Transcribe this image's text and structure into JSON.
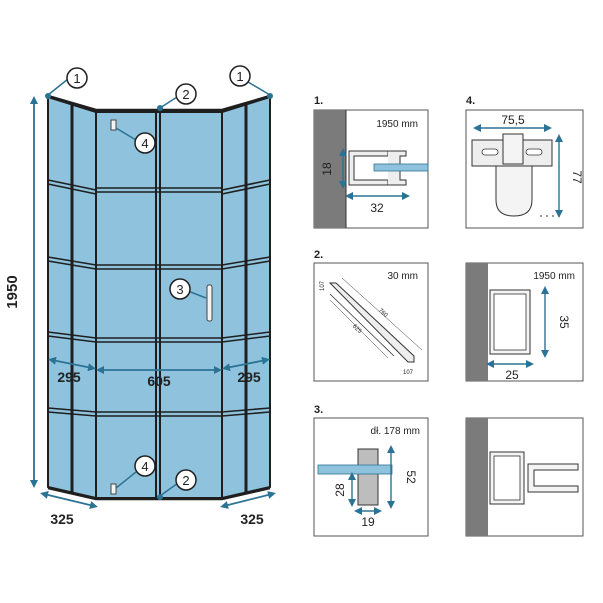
{
  "colors": {
    "glass": "#8fc3dd",
    "frame": "#1f1f1f",
    "accent": "#2b7394",
    "wall": "#7b7b7b",
    "profile": "#e9e9e9"
  },
  "main": {
    "height_label": "1950",
    "front_width": "605",
    "side_left": "295",
    "side_right": "295",
    "depth_left": "325",
    "depth_right": "325",
    "callouts": [
      "1",
      "2",
      "1",
      "4",
      "3",
      "4",
      "2"
    ]
  },
  "details": [
    {
      "num": "1.",
      "note": "1950 mm",
      "dims": [
        "18",
        "32"
      ]
    },
    {
      "num": "2.",
      "note": "30 mm",
      "dims": [
        "107",
        "760",
        "625",
        "107"
      ]
    },
    {
      "num": "3.",
      "note": "dł. 178 mm",
      "dims": [
        "28",
        "52",
        "19"
      ]
    },
    {
      "num": "4.",
      "note": "",
      "dims": [
        "75,5",
        "77"
      ]
    },
    {
      "num": "",
      "note": "1950 mm",
      "dims": [
        "35",
        "25"
      ]
    },
    {
      "num": "",
      "note": "",
      "dims": []
    }
  ]
}
